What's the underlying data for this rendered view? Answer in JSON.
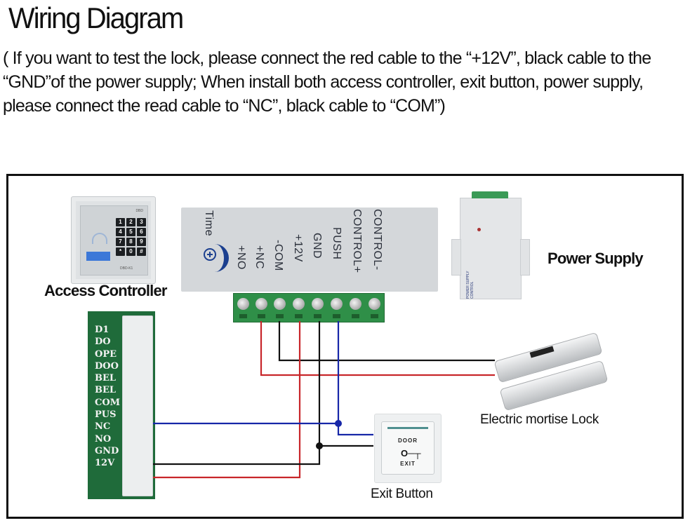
{
  "header": {
    "title": "Wiring Diagram",
    "note": "( If you want to test the lock, please connect the red cable to the “+12V”, black cable to the “GND”of the power supply; When install both access controller, exit button, power supply, please connect the read cable to “NC”, black cable to “COM”)"
  },
  "components": {
    "access_controller": {
      "label": "Access Controller",
      "keys": [
        "1",
        "2",
        "3",
        "4",
        "5",
        "6",
        "7",
        "8",
        "9",
        "*",
        "0",
        "#"
      ],
      "model": "DBD-K1"
    },
    "power_supply": {
      "label": "Power Supply",
      "panel_text": "POWER SUPPLY CONTROL"
    },
    "lock": {
      "label": "Electric mortise Lock"
    },
    "exit_button": {
      "label": "Exit Button",
      "top_text": "DOOR",
      "bottom_text": "EXIT",
      "key_glyph": "O─┬"
    }
  },
  "controller_box": {
    "time_label": "Time",
    "terminals": [
      "+NO",
      "+NC",
      "-COM",
      "+12V",
      "GND",
      "PUSH",
      "CONTROL+",
      "CONTROL-"
    ]
  },
  "pcb": {
    "pins": [
      "D1",
      "DO",
      "OPE",
      "DOO",
      "BEL",
      "BEL",
      "COM",
      "PUS",
      "NC",
      "NO",
      "GND",
      "12V"
    ]
  },
  "wires": {
    "colors": {
      "red": "#c8262a",
      "black": "#111111",
      "blue": "#1727a8"
    },
    "connections": [
      {
        "from": "+NC",
        "to": "Electric mortise Lock",
        "color": "red"
      },
      {
        "from": "-COM",
        "to": "Electric mortise Lock",
        "color": "black"
      },
      {
        "from": "+12V",
        "to": "12V (access controller)",
        "color": "red"
      },
      {
        "from": "GND",
        "to": "GND (access controller)",
        "color": "black"
      },
      {
        "from": "GND",
        "to": "Exit Button",
        "color": "black"
      },
      {
        "from": "PUSH",
        "to": "PUS (access controller)",
        "color": "blue"
      },
      {
        "from": "PUSH",
        "to": "Exit Button",
        "color": "blue"
      }
    ]
  }
}
